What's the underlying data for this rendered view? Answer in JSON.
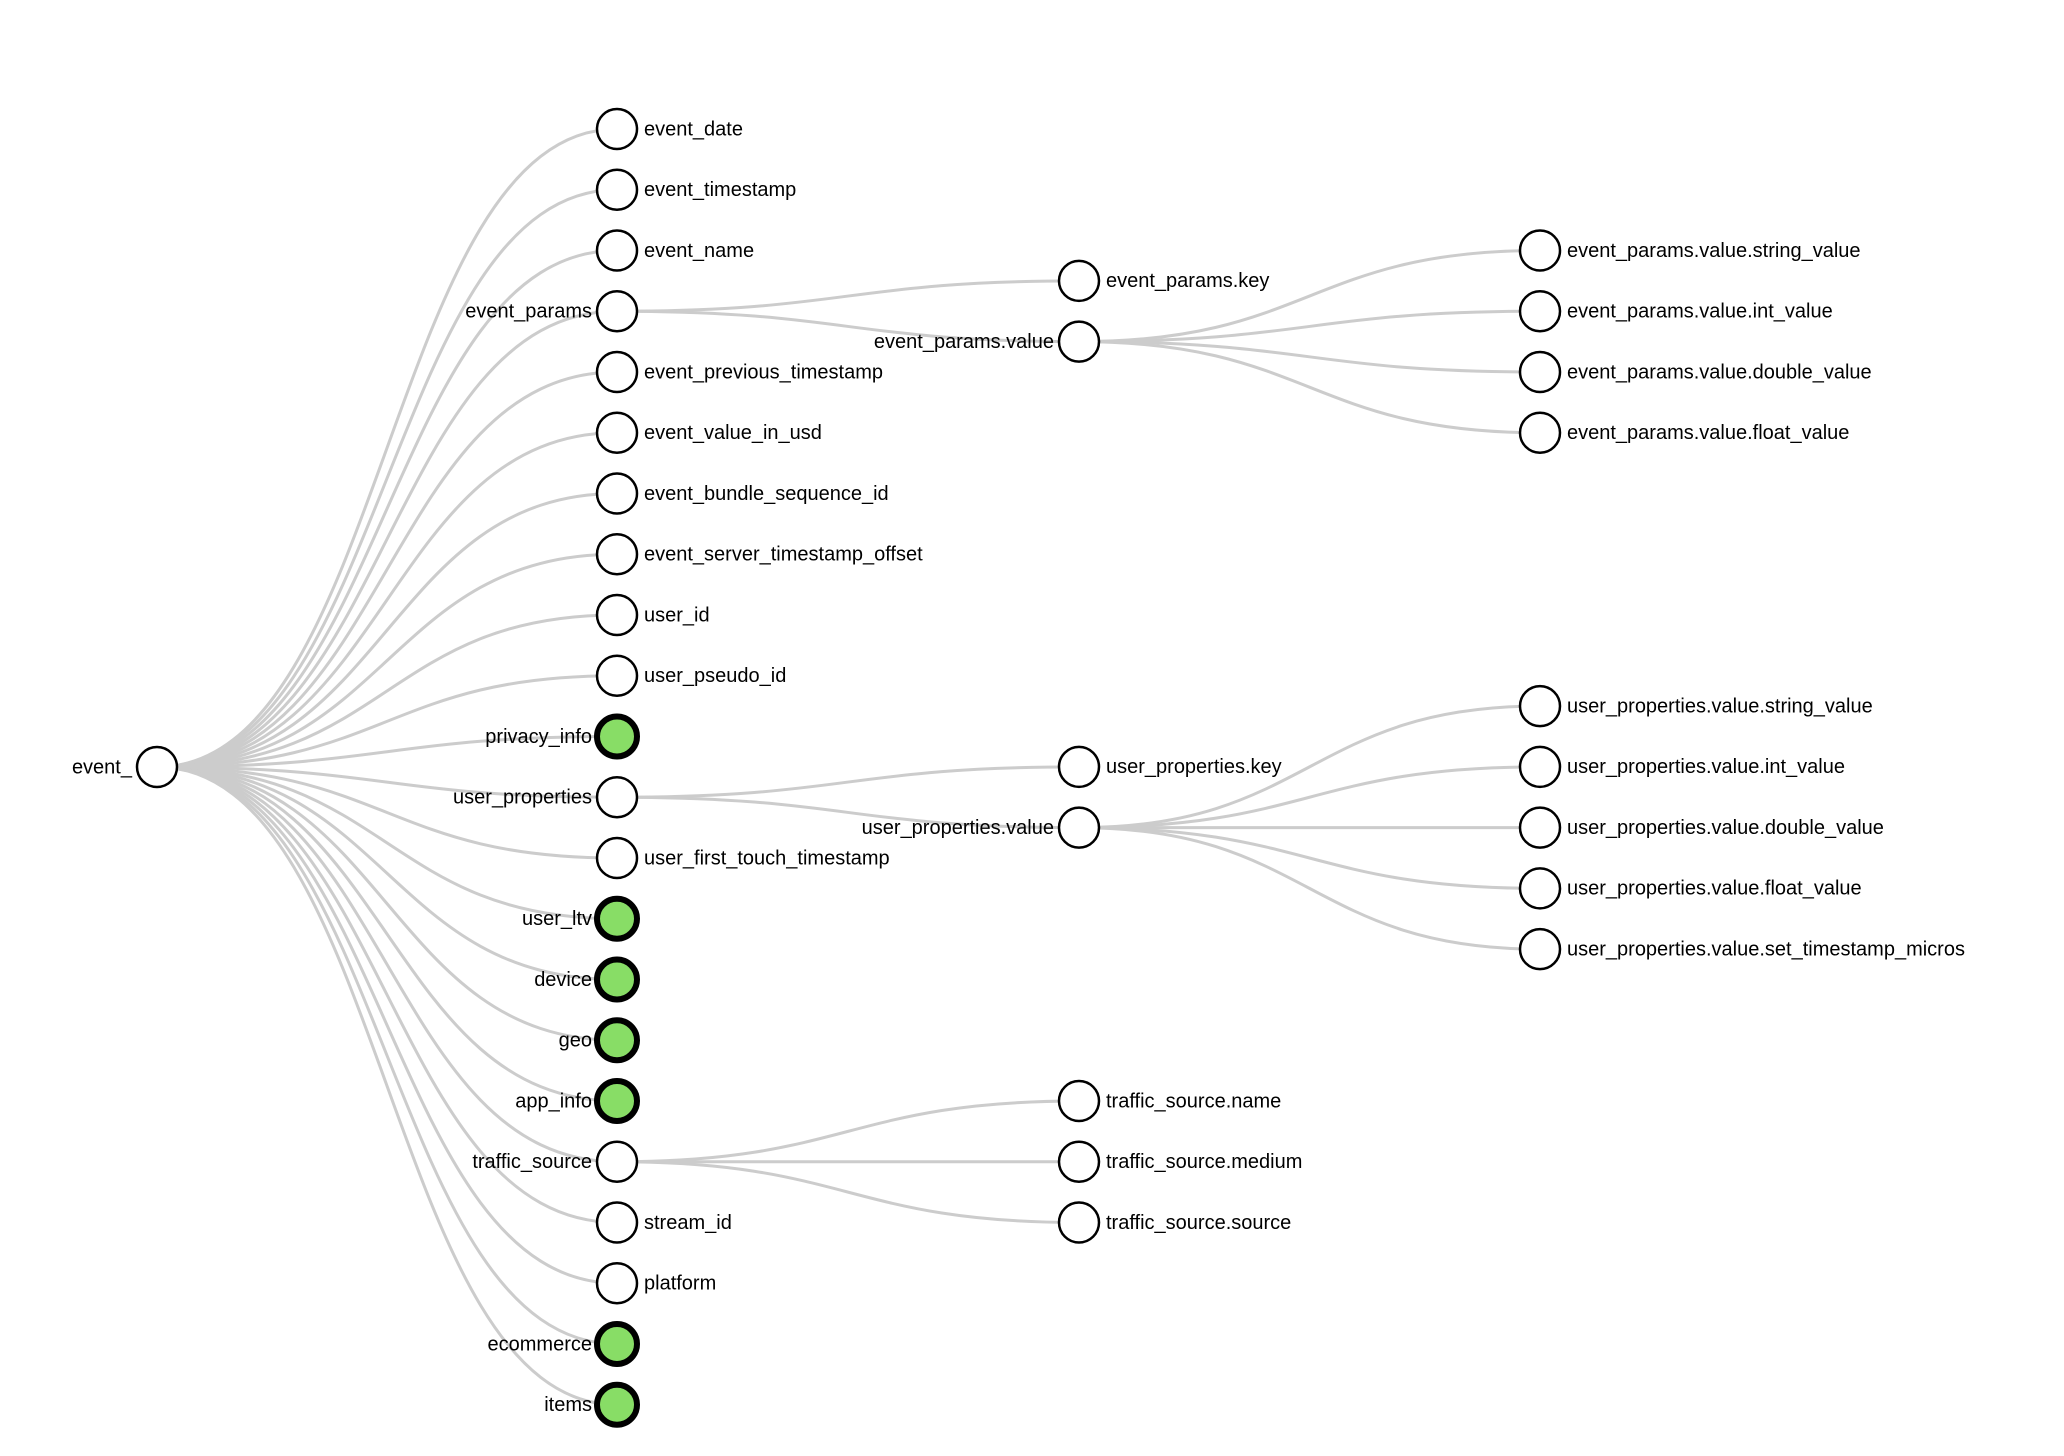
{
  "colors": {
    "link": "#cccccc",
    "node_stroke": "#000000",
    "node_fill": "#ffffff",
    "collapsed_fill": "#88dd66",
    "text": "#000000"
  },
  "tree": {
    "name": "event_",
    "children": [
      {
        "name": "event_date"
      },
      {
        "name": "event_timestamp"
      },
      {
        "name": "event_name"
      },
      {
        "name": "event_params",
        "children": [
          {
            "name": "event_params.key"
          },
          {
            "name": "event_params.value",
            "children": [
              {
                "name": "event_params.value.string_value"
              },
              {
                "name": "event_params.value.int_value"
              },
              {
                "name": "event_params.value.double_value"
              },
              {
                "name": "event_params.value.float_value"
              }
            ]
          }
        ]
      },
      {
        "name": "event_previous_timestamp"
      },
      {
        "name": "event_value_in_usd"
      },
      {
        "name": "event_bundle_sequence_id"
      },
      {
        "name": "event_server_timestamp_offset"
      },
      {
        "name": "user_id"
      },
      {
        "name": "user_pseudo_id"
      },
      {
        "name": "privacy_info",
        "collapsed": true
      },
      {
        "name": "user_properties",
        "children": [
          {
            "name": "user_properties.key"
          },
          {
            "name": "user_properties.value",
            "children": [
              {
                "name": "user_properties.value.string_value"
              },
              {
                "name": "user_properties.value.int_value"
              },
              {
                "name": "user_properties.value.double_value"
              },
              {
                "name": "user_properties.value.float_value"
              },
              {
                "name": "user_properties.value.set_timestamp_micros"
              }
            ]
          }
        ]
      },
      {
        "name": "user_first_touch_timestamp"
      },
      {
        "name": "user_ltv",
        "collapsed": true
      },
      {
        "name": "device",
        "collapsed": true
      },
      {
        "name": "geo",
        "collapsed": true
      },
      {
        "name": "app_info",
        "collapsed": true
      },
      {
        "name": "traffic_source",
        "children": [
          {
            "name": "traffic_source.name"
          },
          {
            "name": "traffic_source.medium"
          },
          {
            "name": "traffic_source.source"
          }
        ]
      },
      {
        "name": "stream_id"
      },
      {
        "name": "platform"
      },
      {
        "name": "ecommerce",
        "collapsed": true
      },
      {
        "name": "items",
        "collapsed": true
      }
    ]
  }
}
